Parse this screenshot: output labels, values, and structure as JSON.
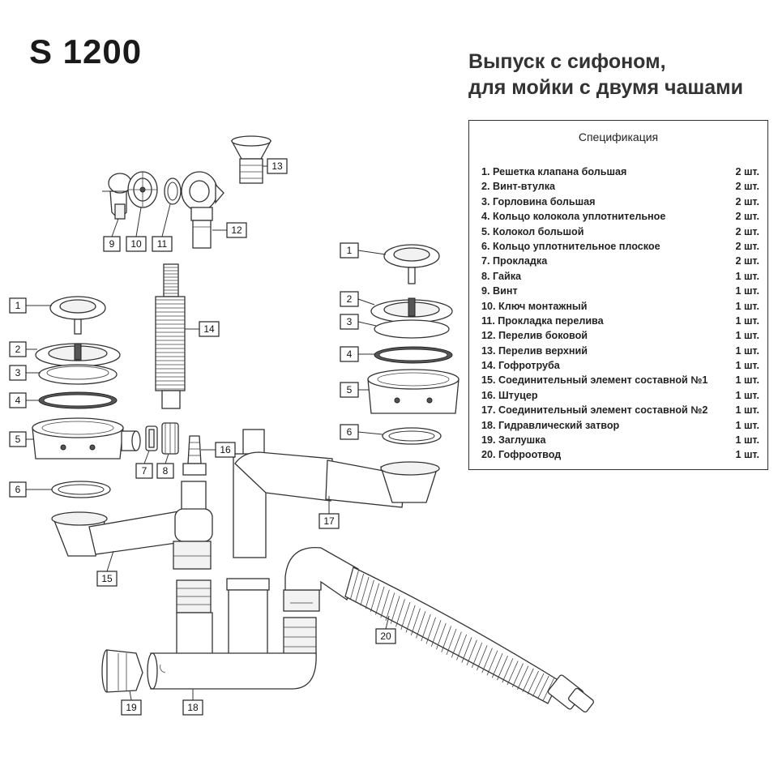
{
  "header": {
    "model": "S 1200",
    "subtitle_line1": "Выпуск с сифоном,",
    "subtitle_line2": "для мойки с двумя чашами"
  },
  "spec": {
    "title": "Спецификация",
    "items": [
      {
        "name": "1. Решетка клапана большая",
        "qty": "2 шт."
      },
      {
        "name": "2. Винт-втулка",
        "qty": "2 шт."
      },
      {
        "name": "3. Горловина большая",
        "qty": "2 шт."
      },
      {
        "name": "4. Кольцо колокола уплотнительное",
        "qty": "2 шт."
      },
      {
        "name": "5. Колокол большой",
        "qty": "2 шт."
      },
      {
        "name": "6. Кольцо уплотнительное плоское",
        "qty": "2 шт."
      },
      {
        "name": "7. Прокладка",
        "qty": "2 шт."
      },
      {
        "name": "8. Гайка",
        "qty": "1 шт."
      },
      {
        "name": "9. Винт",
        "qty": "1 шт."
      },
      {
        "name": "10. Ключ монтажный",
        "qty": "1 шт."
      },
      {
        "name": "11. Прокладка перелива",
        "qty": "1 шт."
      },
      {
        "name": "12. Перелив боковой",
        "qty": "1 шт."
      },
      {
        "name": "13. Перелив верхний",
        "qty": "1 шт."
      },
      {
        "name": "14. Гофротруба",
        "qty": "1 шт."
      },
      {
        "name": "15. Соединительный элемент составной №1",
        "qty": "1 шт."
      },
      {
        "name": "16. Штуцер",
        "qty": "1 шт."
      },
      {
        "name": "17. Соединительный элемент составной №2",
        "qty": "1 шт."
      },
      {
        "name": "18. Гидравлический затвор",
        "qty": "1 шт."
      },
      {
        "name": "19. Заглушка",
        "qty": "1 шт."
      },
      {
        "name": "20. Гофроотвод",
        "qty": "1 шт."
      }
    ]
  },
  "callouts": {
    "c1": "1",
    "c2": "2",
    "c3": "3",
    "c4": "4",
    "c5": "5",
    "c6": "6",
    "c7": "7",
    "c8": "8",
    "c9": "9",
    "c10": "10",
    "c11": "11",
    "c12": "12",
    "c13": "13",
    "c14": "14",
    "c15": "15",
    "c16": "16",
    "c17": "17",
    "c18": "18",
    "c19": "19",
    "c20": "20"
  }
}
